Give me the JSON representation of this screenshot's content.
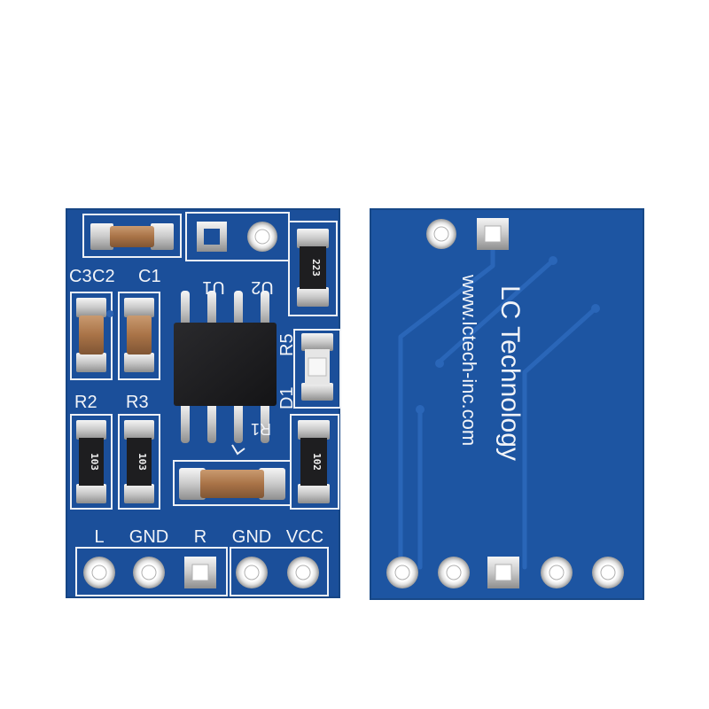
{
  "front_board": {
    "labels": {
      "c3": "C3",
      "c2": "C2",
      "c1": "C1",
      "u1": "U1",
      "u2": "U2",
      "r5": "R5",
      "d1": "D1",
      "r1": "R1",
      "r2": "R2",
      "r3": "R3"
    },
    "resistor_codes": {
      "r223": "223",
      "r103_left": "103",
      "r103_mid": "103",
      "r102": "102"
    },
    "pin_labels": [
      "L",
      "GND",
      "R",
      "GND",
      "VCC"
    ]
  },
  "back_board": {
    "brand": "LC Technology",
    "website": "www.lctech-inc.com"
  },
  "colors": {
    "background": "#ffffff",
    "pcb_front": "#1b4f9a",
    "pcb_back": "#1d55a2",
    "silkscreen": "#f2f4f8",
    "chip": "#1b1b1d",
    "pad": "#d9d9d9",
    "capacitor": "#b07a4e"
  }
}
